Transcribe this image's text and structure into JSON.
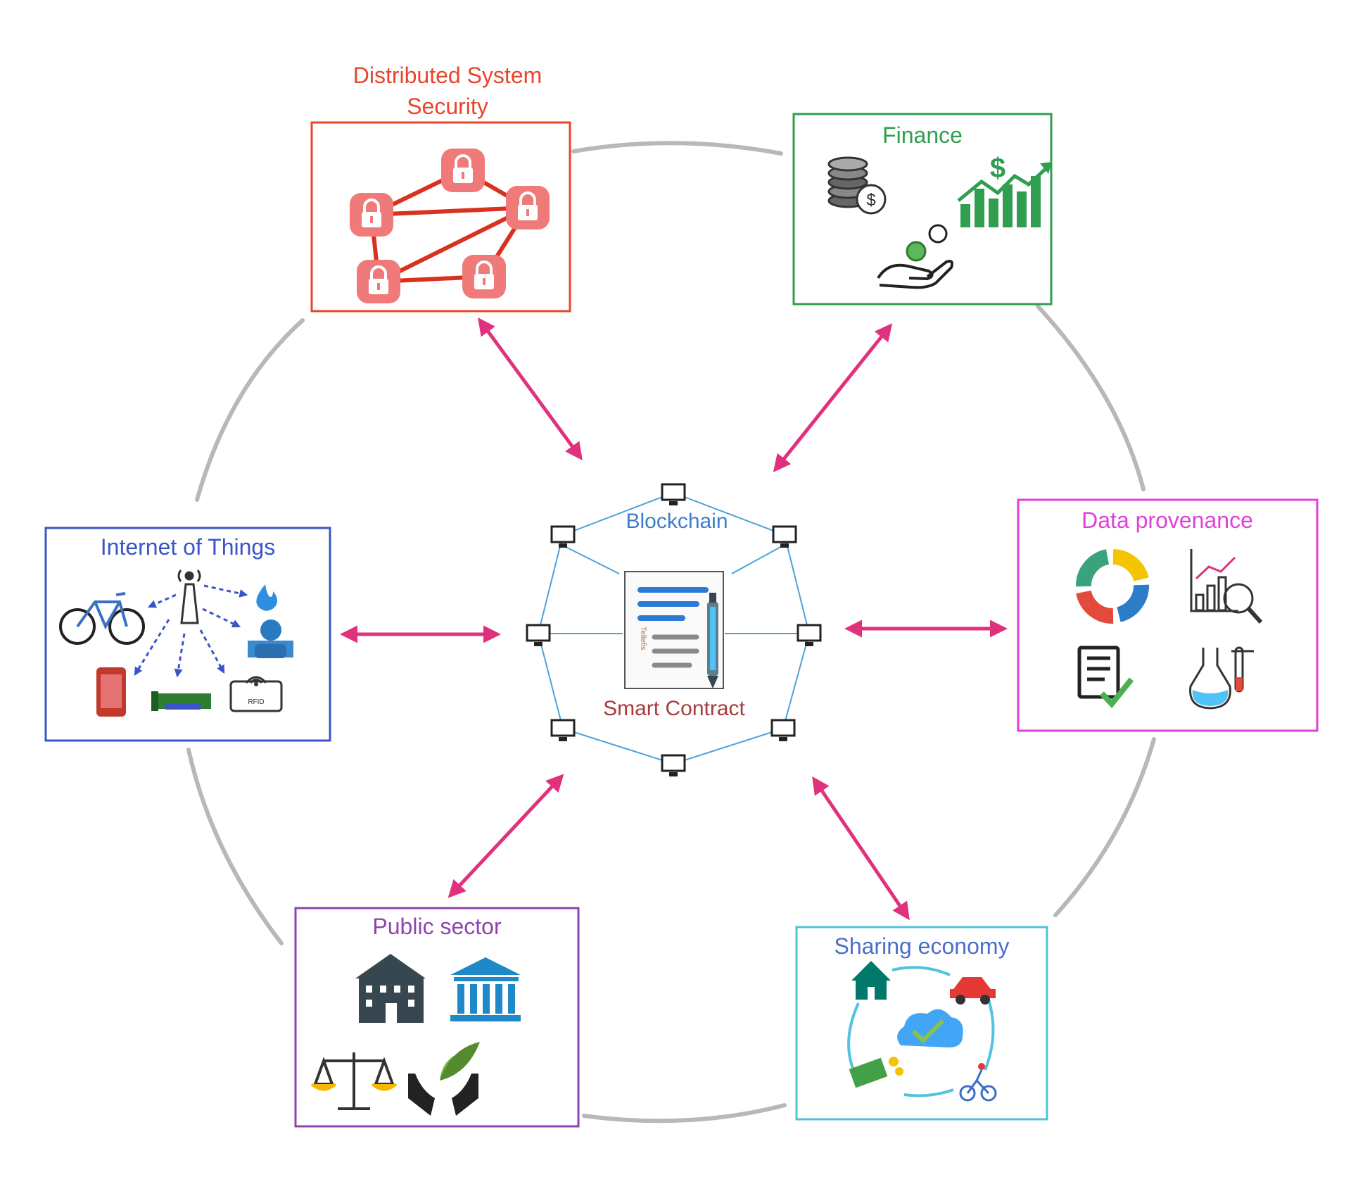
{
  "nodes": {
    "security": {
      "title_line1": "Distributed System",
      "title_line2": "Security",
      "color": "#e8452c"
    },
    "finance": {
      "title": "Finance",
      "color": "#2f9e4f"
    },
    "iot": {
      "title": "Internet of Things",
      "color": "#3a55c8"
    },
    "provenance": {
      "title": "Data provenance",
      "color": "#e040d8"
    },
    "public": {
      "title": "Public sector",
      "color": "#8e44ad"
    },
    "sharing": {
      "title": "Sharing economy",
      "color": "#4aa3d8"
    }
  },
  "center": {
    "blockchain_label": "Blockchain",
    "contract_label": "Smart Contract",
    "contract_tag": "Tellefis",
    "blockchain_color": "#3d7cc9",
    "contract_color": "#a93b3b"
  },
  "iot_icons": {
    "rfid_label": "RFID"
  },
  "colors": {
    "arrow": "#e0317d",
    "ring": "#b8b8b8",
    "lock": "#f07a7a",
    "lock_link": "#d8321e"
  }
}
